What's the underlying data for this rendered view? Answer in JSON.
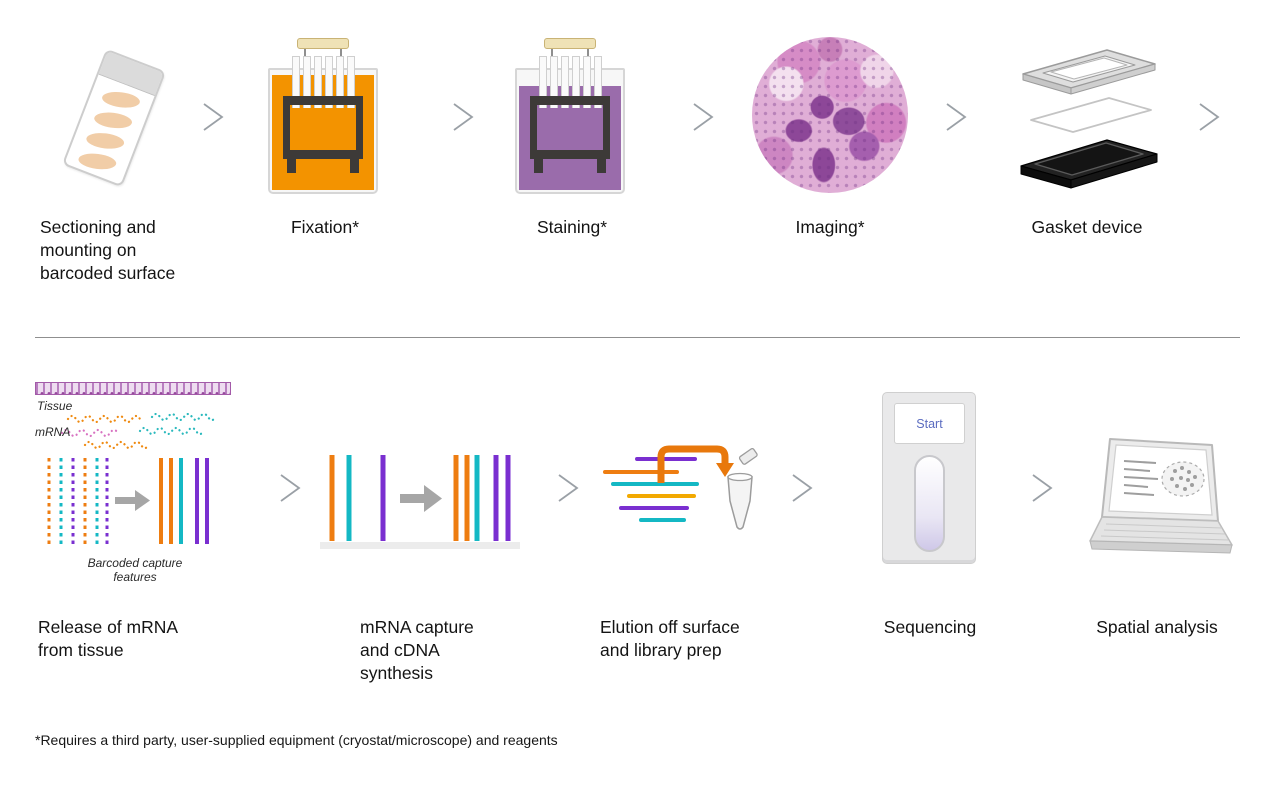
{
  "diagram": {
    "top_row": {
      "steps": [
        {
          "label": "Sectioning and\nmounting on\nbarcoded surface"
        },
        {
          "label": "Fixation*"
        },
        {
          "label": "Staining*"
        },
        {
          "label": "Imaging*"
        },
        {
          "label": "Gasket device"
        }
      ]
    },
    "bottom_row": {
      "steps": [
        {
          "label": "Release of mRNA\nfrom tissue"
        },
        {
          "label": "mRNA capture\nand cDNA\nsynthesis"
        },
        {
          "label": "Elution off surface\nand library prep"
        },
        {
          "label": "Sequencing"
        },
        {
          "label": "Spatial analysis"
        }
      ],
      "release_annotations": {
        "tissue": "Tissue",
        "mrna": "mRNA",
        "barcoded_features": "Barcoded capture\nfeatures"
      },
      "sequencer": {
        "screen_label": "Start"
      }
    },
    "footnote": "*Requires a third party, user-supplied equipment (cryostat/microscope) and reagents",
    "colors": {
      "orange": "#ee7d11",
      "teal": "#14b8c4",
      "purple": "#7a2fd0",
      "amber": "#f2a900",
      "fixation_liquid": "#f39300",
      "staining_liquid": "#9a6cab",
      "chevron_gray": "#9aa0a6"
    }
  }
}
